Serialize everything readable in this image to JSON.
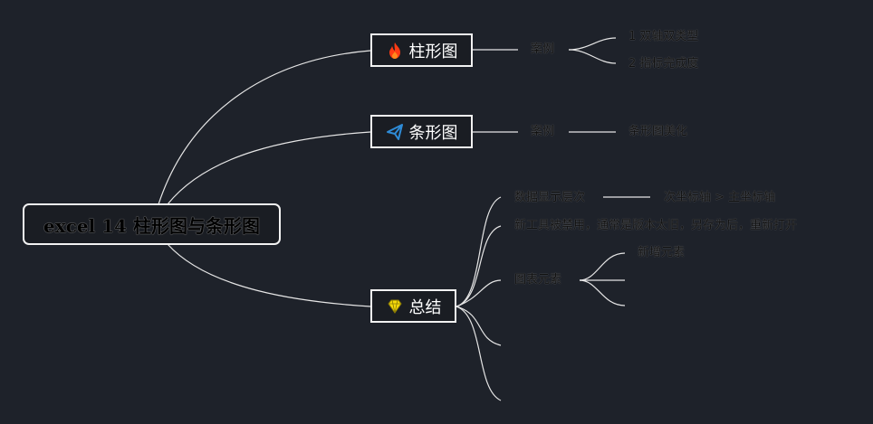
{
  "root": {
    "label": "excel 14 柱形图与条形图"
  },
  "branches": [
    {
      "label": "柱形图",
      "icon": "fire-icon",
      "icon_color": "#ff3b14",
      "sub": {
        "label": "案例",
        "items": [
          "1 双轴双类型",
          "2 指标完成度"
        ]
      }
    },
    {
      "label": "条形图",
      "icon": "paper-plane-icon",
      "icon_color": "#2e8bd6",
      "sub": {
        "label": "案例",
        "items": [
          "条形图美化"
        ]
      }
    },
    {
      "label": "总结",
      "icon": "diamond-icon",
      "icon_color": "#f5d90a",
      "items": [
        {
          "label": "数据显示层次",
          "children": [
            "次坐标轴 > 主坐标轴"
          ]
        },
        {
          "label": "新工具被禁用，通常是版本太旧，另存为后，重新打开"
        },
        {
          "label": "图表元素",
          "children": [
            "新增元素"
          ]
        }
      ]
    }
  ],
  "colors": {
    "background": "#1e222a",
    "line": "#e6e6e6",
    "border": "#f2f2f2"
  }
}
